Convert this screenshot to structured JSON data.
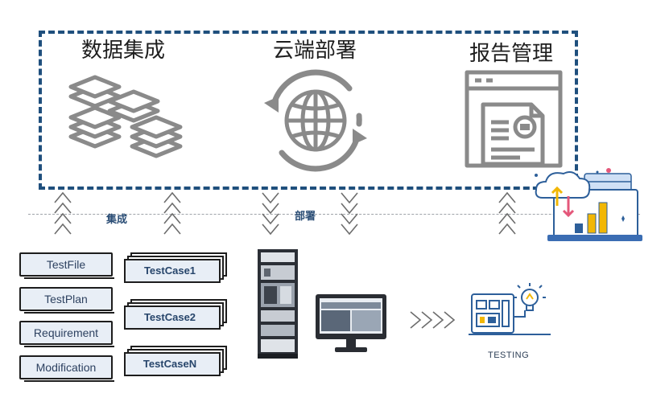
{
  "categories": {
    "data_integration": "数据集成",
    "cloud_deployment": "云端部署",
    "report_management": "报告管理"
  },
  "connectors": {
    "integration_label": "集成",
    "deployment_label": "部署"
  },
  "documents": [
    "TestFile",
    "TestPlan",
    "Requirement",
    "Modification"
  ],
  "test_cases": [
    "TestCase1",
    "TestCase2",
    "TestCaseN"
  ],
  "testing_label": "TESTING",
  "colors": {
    "box_border": "#1f4f7d",
    "icon_gray": "#8a8a8a",
    "label_blue": "#2a4d75",
    "doc_fill": "#e8eef6"
  }
}
